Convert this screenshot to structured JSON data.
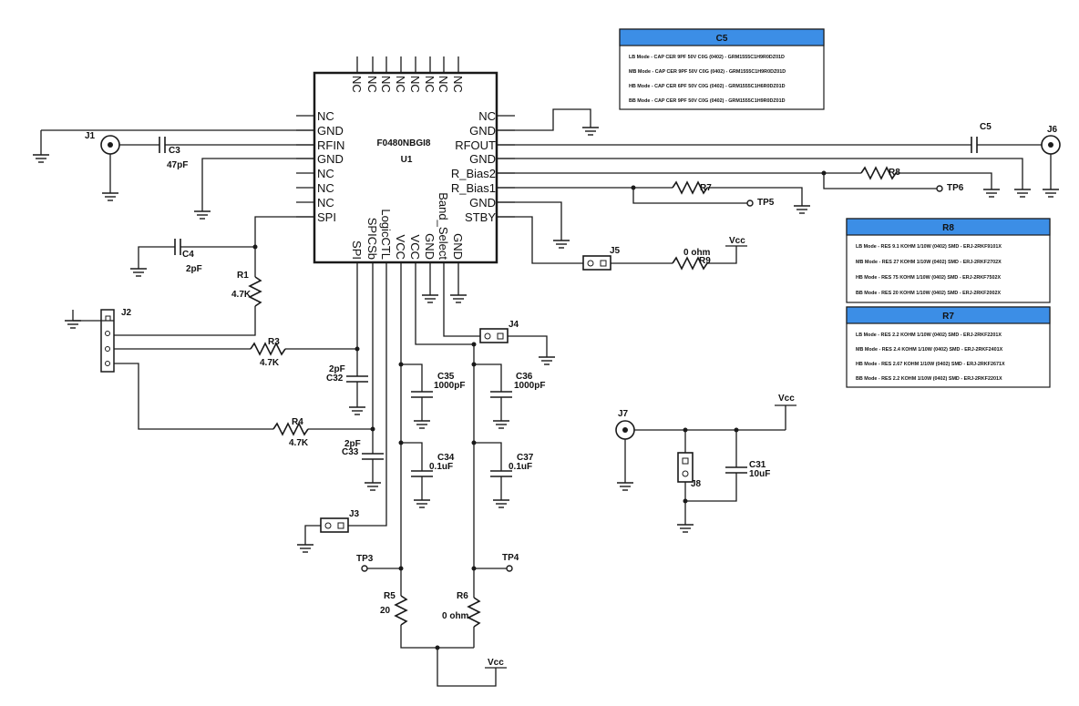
{
  "ic": {
    "part": "F0480NBGI8",
    "ref": "U1",
    "top_pins": [
      "NC",
      "NC",
      "NC",
      "NC",
      "NC",
      "NC",
      "NC",
      "NC"
    ],
    "left_pins": [
      "NC",
      "GND",
      "RFIN",
      "GND",
      "NC",
      "NC",
      "NC",
      "SPI"
    ],
    "right_pins": [
      "NC",
      "GND",
      "RFOUT",
      "GND",
      "R_Bias2",
      "R_Bias1",
      "GND",
      "STBY"
    ],
    "bottom_pins": [
      "SPI",
      "SPICSb",
      "LogicCTL",
      "VCC",
      "VCC",
      "GND",
      "Band_Select",
      "GND"
    ]
  },
  "labels": {
    "J1": "J1",
    "J2": "J2",
    "J3": "J3",
    "J4": "J4",
    "J5": "J5",
    "J6": "J6",
    "J7": "J7",
    "J8": "J8",
    "C3": "C3",
    "C3_val": "47pF",
    "C4": "C4",
    "C4_val": "2pF",
    "C5": "C5",
    "R1": "R1",
    "R1_val": "4.7K",
    "R3": "R3",
    "R3_val": "4.7K",
    "R4": "R4",
    "R4_val": "4.7K",
    "C32": "C32",
    "C32_val": "2pF",
    "C33": "C33",
    "C33_val": "2pF",
    "C35": "C35",
    "C35_val": "1000pF",
    "C36": "C36",
    "C36_val": "1000pF",
    "C34": "C34",
    "C34_val": "0.1uF",
    "C37": "C37",
    "C37_val": "0.1uF",
    "R5": "R5",
    "R5_val": "20",
    "R6": "R6",
    "R6_val": "0 ohm",
    "R7": "R7",
    "R8": "R8",
    "R9": "R9",
    "R9_val": "0 ohm",
    "C31": "C31",
    "C31_val": "10uF",
    "TP3": "TP3",
    "TP4": "TP4",
    "TP5": "TP5",
    "TP6": "TP6",
    "vcc": "Vcc"
  },
  "tables": {
    "c5": {
      "title": "C5",
      "rows": [
        "LB Mode - CAP CER 9PF  50V  C0G  (0402)  - GRM1555C1H9R0DZ01D",
        "MB Mode - CAP CER 9PF  50V  C0G  (0402)  - GRM1555C1H9R0DZ01D",
        "HB Mode - CAP CER 6PF  50V  C0G  (0402)  - GRM1555C1H6R0DZ01D",
        "BB Mode - CAP CER 9PF  50V  C0G  (0402)  - GRM1555C1H9R0DZ01D"
      ]
    },
    "r8": {
      "title": "R8",
      "rows": [
        "LB Mode - RES 9.1 KOHM 1/10W (0402) SMD - ERJ-2RKF9101X",
        "MB Mode - RES 27 KOHM 1/10W (0402) SMD - ERJ-2RKF2702X",
        "HB Mode - RES 75 KOHM 1/10W (0402) SMD - ERJ-2RKF7502X",
        "BB Mode - RES 20 KOHM 1/10W (0402) SMD - ERJ-2RKF2002X"
      ]
    },
    "r7": {
      "title": "R7",
      "rows": [
        "LB Mode - RES 2.2 KOHM 1/10W (0402) SMD - ERJ-2RKF2201X",
        "MB Mode - RES 2.4 KOHM 1/10W (0402) SMD - ERJ-2RKF2401X",
        "HB Mode - RES 2.67 KOHM 1/10W (0402) SMD - ERJ-2RKF2671X",
        "BB Mode - RES 2.2 KOHM 1/10W (0402) SMD - ERJ-2RKF2201X"
      ]
    }
  },
  "colors": {
    "table_header": "#3c8ee6",
    "wire": "#1a1a1a",
    "background": "#ffffff"
  }
}
